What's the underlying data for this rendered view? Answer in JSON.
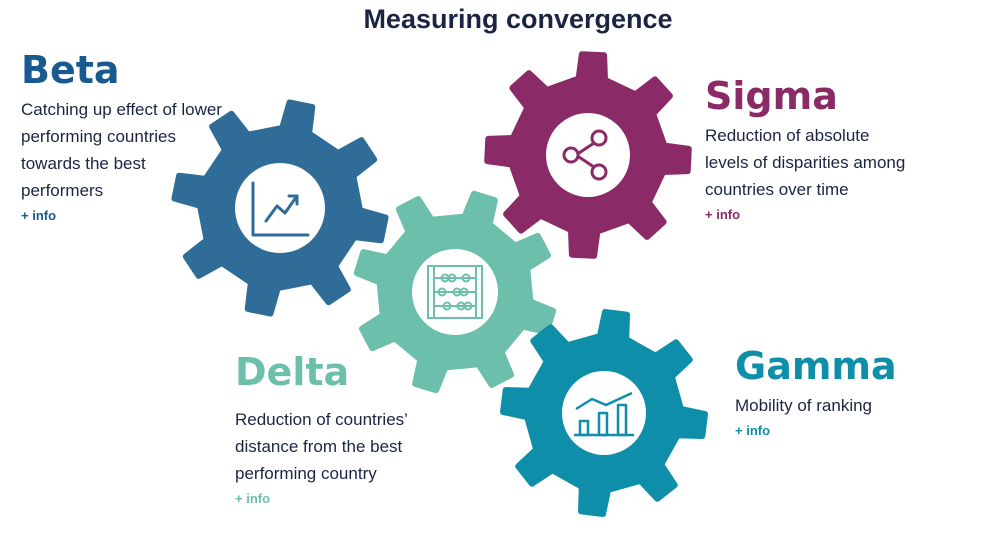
{
  "title": "Measuring convergence",
  "colors": {
    "beta": "#2f6c97",
    "sigma": "#8a2a67",
    "delta": "#6cbfaa",
    "gamma": "#0e8ea8",
    "title": "#1c2443"
  },
  "blocks": {
    "beta": {
      "name": "Beta",
      "desc": [
        "Catching up effect of lower",
        "performing countries",
        "towards the best",
        "performers"
      ],
      "info": "+ info",
      "icon": "line-chart-up-icon"
    },
    "sigma": {
      "name": "Sigma",
      "desc": [
        "Reduction of absolute",
        "levels of disparities among",
        "countries over time"
      ],
      "info": "+ info",
      "icon": "share-nodes-icon"
    },
    "delta": {
      "name": "Delta",
      "desc": [
        "Reduction of countries’",
        "distance from the best",
        "performing country"
      ],
      "info": "+ info",
      "icon": "abacus-icon"
    },
    "gamma": {
      "name": "Gamma",
      "desc": [
        "Mobility of ranking"
      ],
      "info": "+ info",
      "icon": "bar-chart-icon"
    }
  }
}
